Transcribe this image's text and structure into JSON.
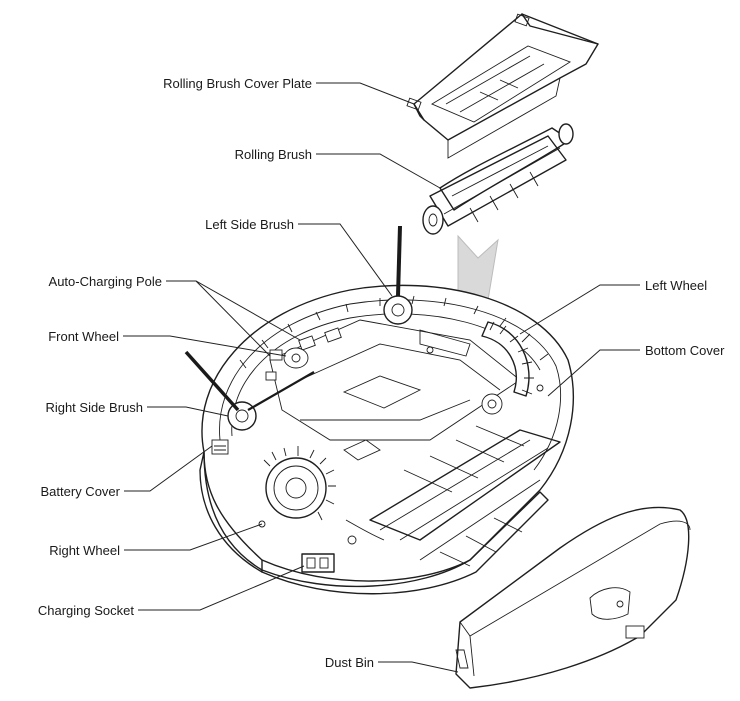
{
  "labels": {
    "rolling_brush_cover_plate": "Rolling Brush Cover Plate",
    "rolling_brush": "Rolling Brush",
    "left_side_brush": "Left Side Brush",
    "auto_charging_pole": "Auto-Charging Pole",
    "front_wheel": "Front Wheel",
    "right_side_brush": "Right Side Brush",
    "battery_cover": "Battery Cover",
    "right_wheel": "Right Wheel",
    "charging_socket": "Charging Socket",
    "dust_bin": "Dust Bin",
    "left_wheel": "Left Wheel",
    "bottom_cover": "Bottom Cover"
  }
}
